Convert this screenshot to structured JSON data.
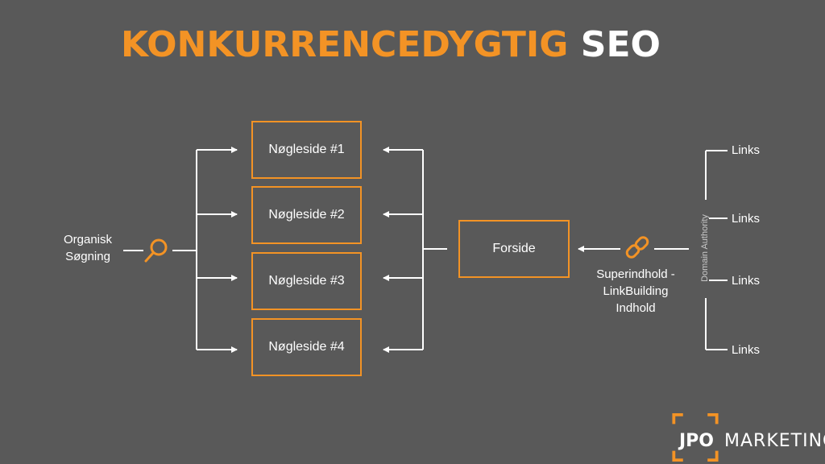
{
  "title": {
    "part1": "KONKURRENCEDYGTIG",
    "part2": "SEO"
  },
  "source": {
    "label_line1": "Organisk",
    "label_line2": "Søgning",
    "icon": "search-icon"
  },
  "key_pages": [
    {
      "label": "Nøgleside #1"
    },
    {
      "label": "Nøgleside #2"
    },
    {
      "label": "Nøgleside #3"
    },
    {
      "label": "Nøgleside #4"
    }
  ],
  "homepage": {
    "label": "Forside"
  },
  "content": {
    "icon": "chain-link-icon",
    "line1": "Superindhold -",
    "line2": "LinkBuilding",
    "line3": "Indhold"
  },
  "domain_authority": {
    "label": "Domain Authority"
  },
  "links": [
    "Links",
    "Links",
    "Links",
    "Links"
  ],
  "logo": {
    "part1": "JPO",
    "part2": "MARKETING"
  },
  "colors": {
    "background": "#595959",
    "accent": "#f39325",
    "text": "#ffffff"
  }
}
